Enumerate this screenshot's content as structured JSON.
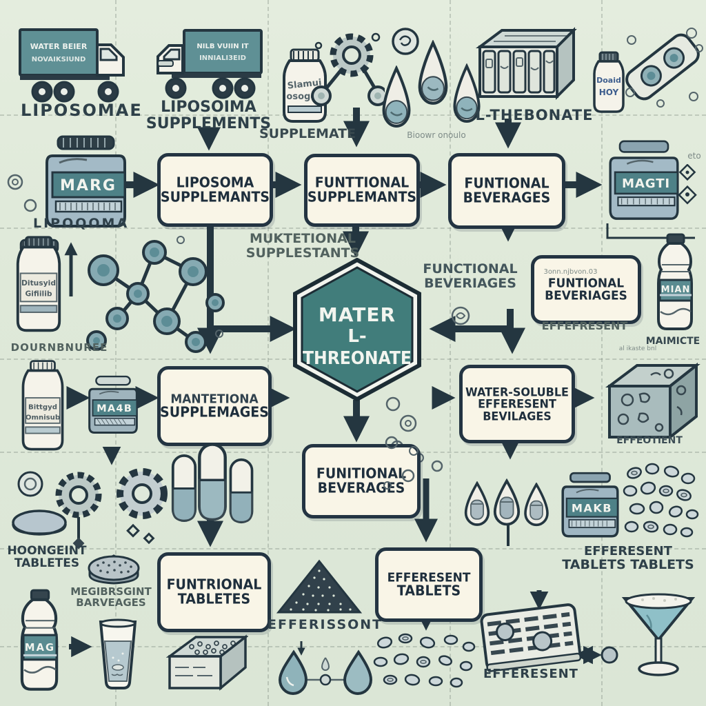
{
  "palette": {
    "bg": "#dfe9db",
    "ink": "#243640",
    "teal": "#417d7b",
    "box_bg": "#f9f5e7",
    "jar_label": "#4e8187"
  },
  "hexagon": {
    "line1": "MATER",
    "line2": "L-",
    "line3": "THREONATE"
  },
  "boxes": {
    "liposoma": {
      "line1": "LIPOSOMA",
      "line2": "SUPPLEMANTS"
    },
    "funttional": {
      "line1": "FUNTTIONAL",
      "line2": "SUPPLEMANTS"
    },
    "beverages_top": {
      "line1": "FUNTIONAL",
      "line2": "BEVERAGES"
    },
    "beveriages_right": {
      "line1": "FUNTIONAL",
      "line2": "BEVERIAGES"
    },
    "supplemages": {
      "line1": "MANTETIONA",
      "line2": "SUPPLEMAGES"
    },
    "water_soluble": {
      "line1": "WATER-SOLUBLE",
      "line2": "EFFERESENT",
      "line3": "BEVILAGES"
    },
    "beverages_mid": {
      "line1": "FUNITIONAL",
      "line2": "BEVERAGES"
    },
    "tabletes": {
      "line1": "FUNTRIONAL",
      "line2": "TABLETES"
    },
    "efferesent_tablets": {
      "line1": "EFFERESENT",
      "line2": "TABLETS"
    }
  },
  "captions": {
    "liposomae": "LIPOSOMAE",
    "liposoima_1": "LIPOSOIMA",
    "liposoima_2": "SUPPLEMENTS",
    "supplemate": "SUPPLEMATE",
    "capsule_garble": "Bioowr onoulo",
    "l_thebonate": "L-THEBONATE",
    "lipoqoma": "LIPOQOMA",
    "muktetional_1": "MUKTETIONAL",
    "muktetional_2": "SUPPLESTANTS",
    "functional_right_1": "FUNCTIONAL",
    "functional_right_2": "BEVERIAGES",
    "effefresent": "EFFEFRESENT",
    "maimicte": "MAIMICTE",
    "dournbnuree": "DOURNBNUREE",
    "jar2_garble": "3onn.njbvon.03",
    "cube_garble": "al ikaste bnl",
    "effeotient": "EFFEOTIENT",
    "hoongeint_1": "HOONGEINT",
    "hoongeint_2": "TABLETES",
    "megibrsgint_1": "MEGIBRSGINT",
    "megibrsgint_2": "BARVEAGES",
    "efferissont": "EFFERISSONT",
    "efferesent_cluster_1": "EFFERESENT",
    "efferesent_cluster_2": "TABLETS TABLETS",
    "efferesent_bottom": "EFFERESENT",
    "eto": "eto"
  },
  "products": {
    "truck1_line1": "WATER BEIER",
    "truck1_line2": "NOVAIKSIUND",
    "truck2_line1": "NILB VUIIN IT",
    "truck2_line2": "INNIALI3EID",
    "bottle_top_1": "Slamui",
    "bottle_top_2": "osogop",
    "small_bottle_1": "Doaid",
    "small_bottle_2": "HOY",
    "jar_left": "MARG",
    "jar_top_right": "MAGTI",
    "jar_mid": "MA4B",
    "jar_bottom_right": "MAKB",
    "bottle_left_1": "Ditusyid",
    "bottle_left_2": "Gifiilib",
    "bottle_mid_1": "Bittgyd",
    "bottle_mid_2": "Omnisub",
    "water_bottle_right": "MIAN",
    "water_bottle_bottom": "MAG"
  }
}
